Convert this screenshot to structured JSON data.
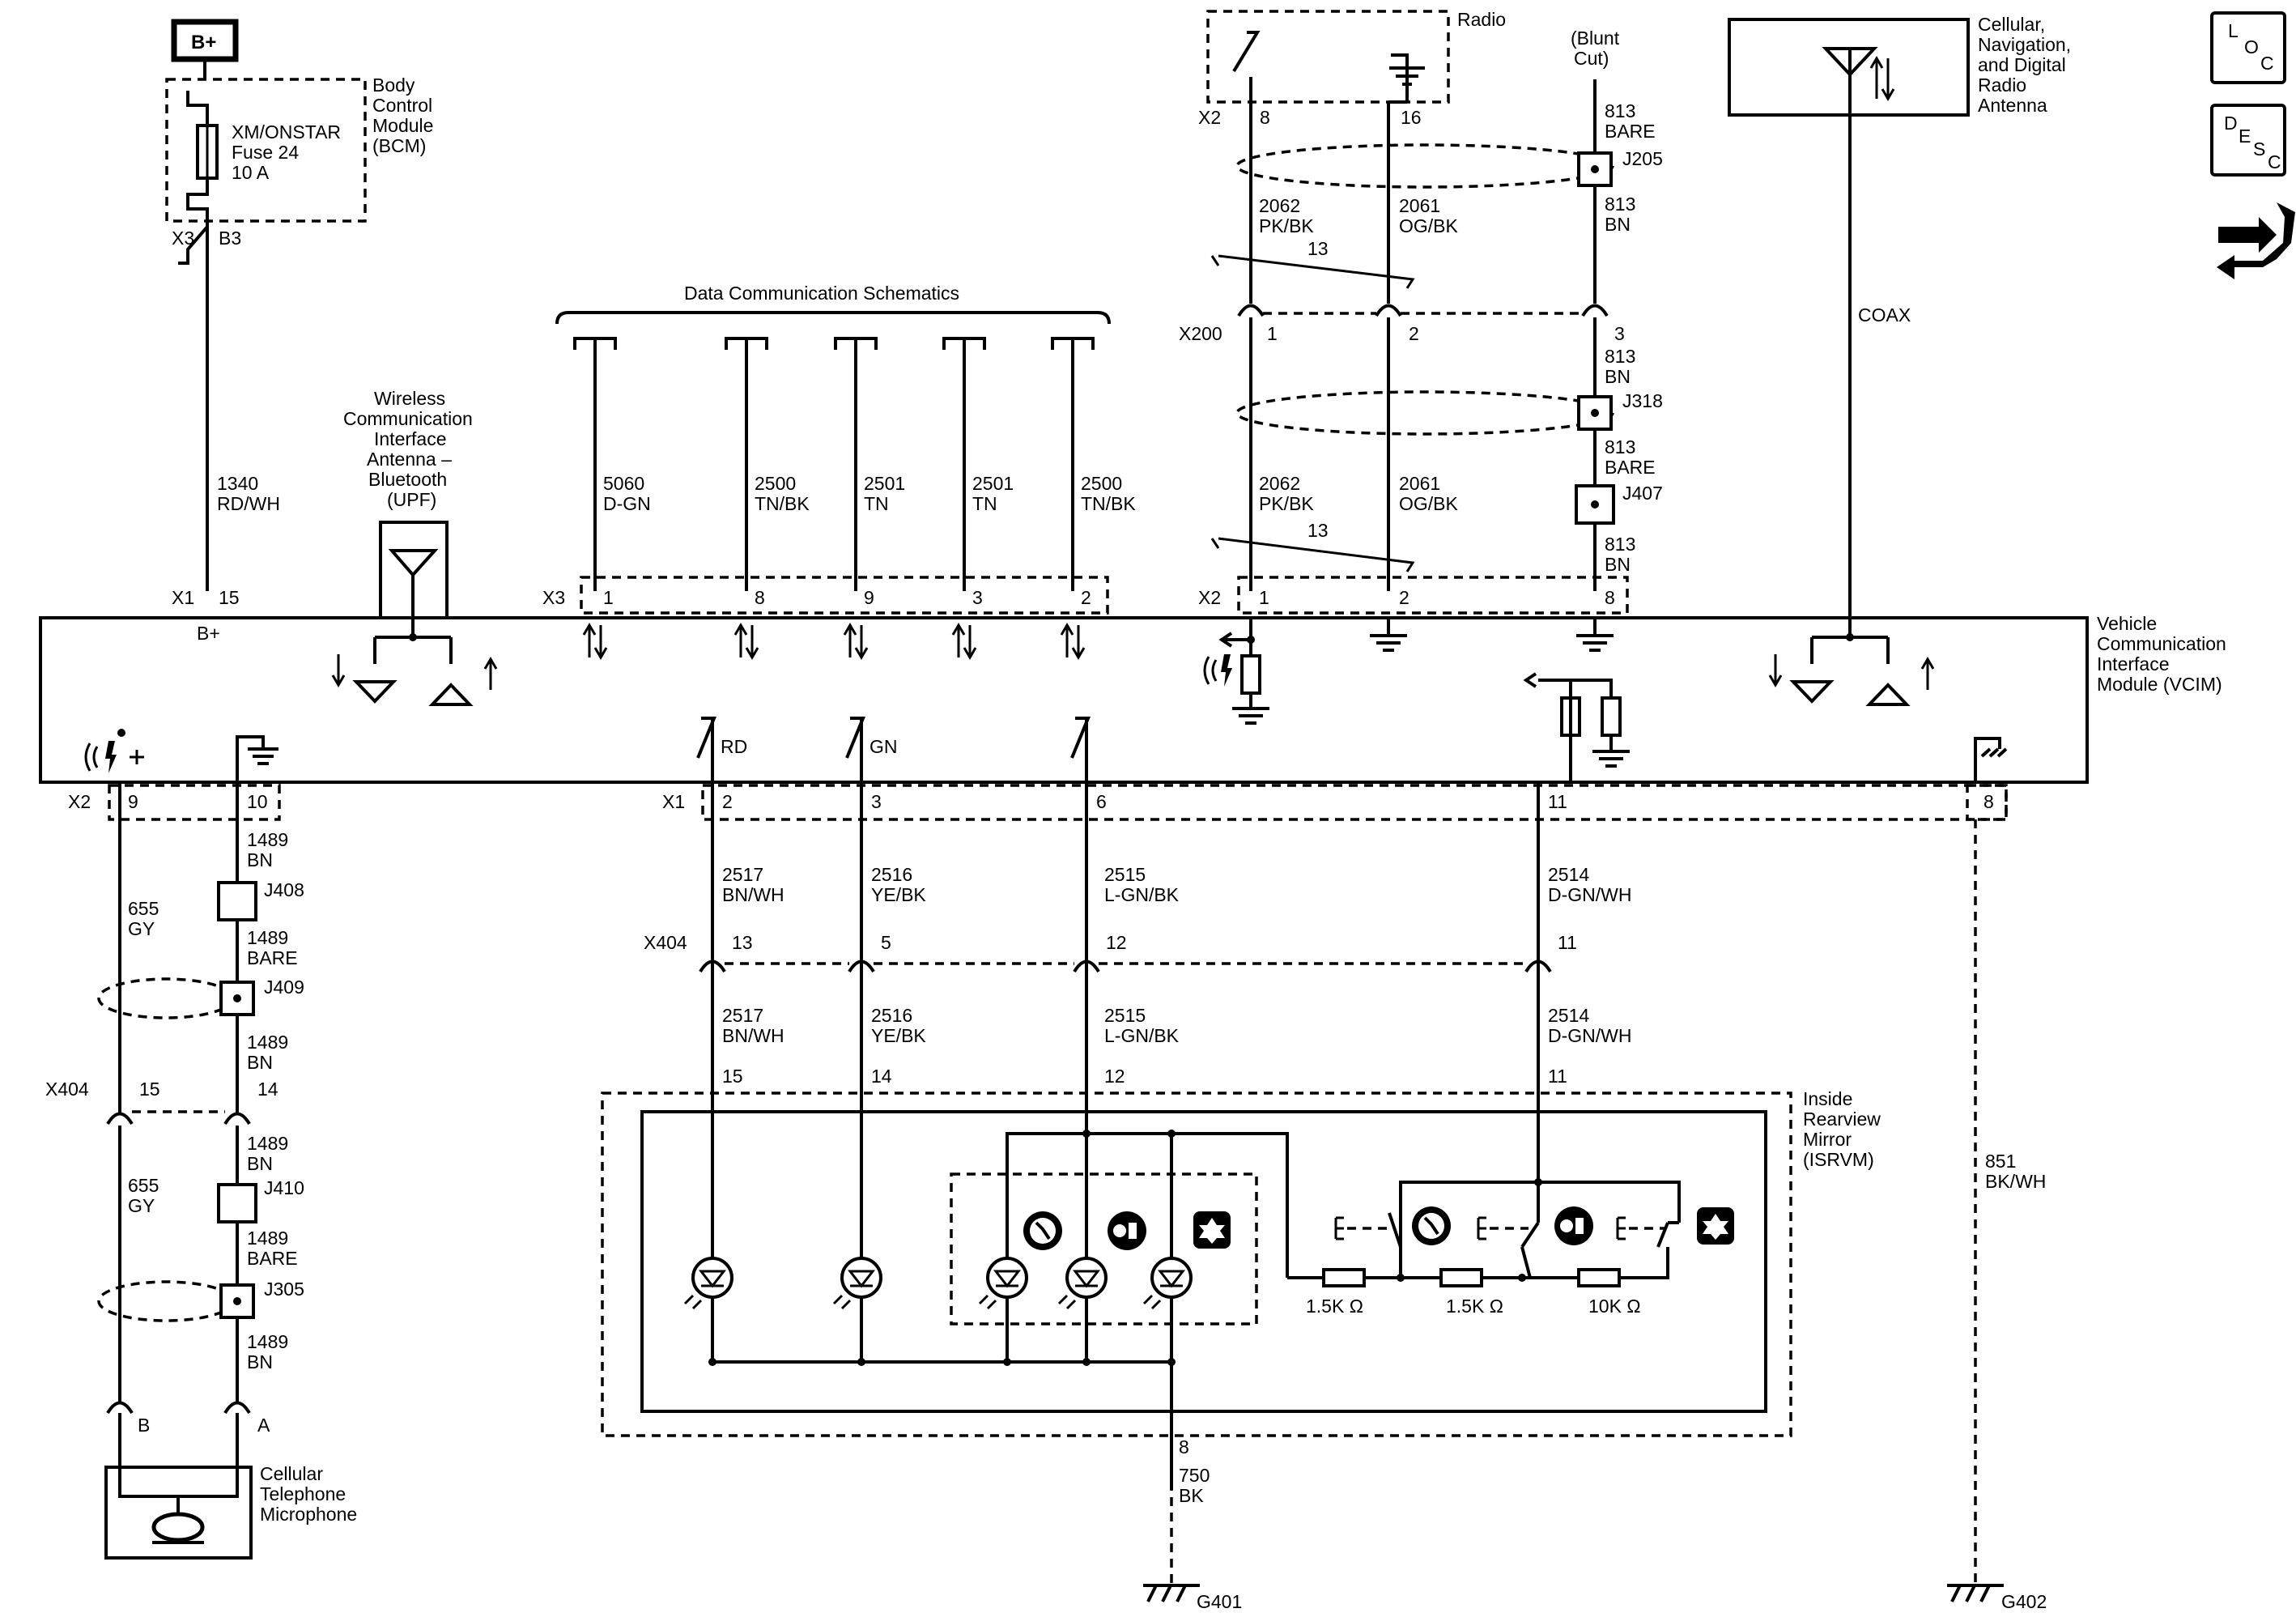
{
  "power": {
    "label": "B+"
  },
  "bcm": {
    "lines": [
      "Body",
      "Control",
      "Module",
      "(BCM)"
    ],
    "fuse_lines": [
      "XM/ONSTAR",
      "Fuse 24",
      "10 A"
    ],
    "connector": "X3",
    "pin": "B3"
  },
  "wire_1340": {
    "circuit": "1340",
    "color": "RD/WH"
  },
  "vcim_x1_b": {
    "connector": "X1",
    "pin": "15",
    "label": "B+"
  },
  "bluetooth_antenna": {
    "lines": [
      "Wireless",
      "Communication",
      "Interface",
      "Antenna –",
      "Bluetooth",
      "(UPF)"
    ]
  },
  "data_comm": {
    "title": "Data Communication Schematics"
  },
  "x3_pins": {
    "connector": "X3",
    "wires": [
      {
        "circuit": "5060",
        "color": "D-GN",
        "pin": "1"
      },
      {
        "circuit": "2500",
        "color": "TN/BK",
        "pin": "8"
      },
      {
        "circuit": "2501",
        "color": "TN",
        "pin": "9"
      },
      {
        "circuit": "2501",
        "color": "TN",
        "pin": "3"
      },
      {
        "circuit": "2500",
        "color": "TN/BK",
        "pin": "2"
      }
    ]
  },
  "radio": {
    "label": "Radio",
    "connector": "X2",
    "pin_a": "8",
    "pin_b": "16"
  },
  "blunt_cut": {
    "lines": [
      "(Blunt",
      "Cut)"
    ]
  },
  "w813_1": {
    "circuit": "813",
    "color": "BARE"
  },
  "splice_j205": "J205",
  "w813_2": {
    "circuit": "813",
    "color": "BN"
  },
  "w2062_1": {
    "circuit": "2062",
    "color": "PK/BK"
  },
  "w2061_1": {
    "circuit": "2061",
    "color": "OG/BK"
  },
  "twist_1": "13",
  "x200": {
    "connector": "X200",
    "pins": [
      "1",
      "2",
      "3"
    ]
  },
  "w813_3": {
    "circuit": "813",
    "color": "BN"
  },
  "splice_j318": "J318",
  "w813_4": {
    "circuit": "813",
    "color": "BARE"
  },
  "splice_j407": "J407",
  "w2062_2": {
    "circuit": "2062",
    "color": "PK/BK"
  },
  "w2061_2": {
    "circuit": "2061",
    "color": "OG/BK"
  },
  "twist_2": "13",
  "w813_5": {
    "circuit": "813",
    "color": "BN"
  },
  "vcim_x2_top": {
    "connector": "X2",
    "pins": [
      "1",
      "2",
      "8"
    ]
  },
  "cell_antenna": {
    "lines": [
      "Cellular,",
      "Navigation,",
      "and Digital",
      "Radio",
      "Antenna"
    ],
    "coax": "COAX"
  },
  "vcim": {
    "lines": [
      "Vehicle",
      "Communication",
      "Interface",
      "Module (VCIM)"
    ]
  },
  "icons": {
    "loc": [
      "L",
      "O",
      "C"
    ],
    "desc": [
      "D",
      "E",
      "S",
      "C"
    ],
    "connector_icon": "connector-views-icon"
  },
  "vcim_bottom": {
    "x2": "X2",
    "x2_pins": [
      "9",
      "10"
    ],
    "x1": "X1",
    "x1_pins": [
      "2",
      "3",
      "6",
      "11"
    ],
    "x_right_pin": "8",
    "switch_rd": "RD",
    "switch_gn": "GN"
  },
  "mic_side": {
    "w655_1": {
      "circuit": "655",
      "color": "GY"
    },
    "w1489_1": {
      "circuit": "1489",
      "color": "BN"
    },
    "j408": "J408",
    "w1489_2": {
      "circuit": "1489",
      "color": "BARE"
    },
    "j409": "J409",
    "w1489_3": {
      "circuit": "1489",
      "color": "BN"
    },
    "x404": "X404",
    "x404_pins": [
      "15",
      "14"
    ],
    "w1489_4": {
      "circuit": "1489",
      "color": "BN"
    },
    "w655_2": {
      "circuit": "655",
      "color": "GY"
    },
    "j410": "J410",
    "w1489_5": {
      "circuit": "1489",
      "color": "BARE"
    },
    "j305": "J305",
    "w1489_6": {
      "circuit": "1489",
      "color": "BN"
    },
    "mic_pins": [
      "B",
      "A"
    ],
    "mic_lines": [
      "Cellular",
      "Telephone",
      "Microphone"
    ]
  },
  "mirror_wires_top": [
    {
      "circuit": "2517",
      "color": "BN/WH"
    },
    {
      "circuit": "2516",
      "color": "YE/BK"
    },
    {
      "circuit": "2515",
      "color": "L-GN/BK"
    },
    {
      "circuit": "2514",
      "color": "D-GN/WH"
    }
  ],
  "x404_mid": {
    "connector": "X404",
    "pins": [
      "13",
      "5",
      "12",
      "11"
    ]
  },
  "mirror_wires_bottom": [
    {
      "circuit": "2517",
      "color": "BN/WH"
    },
    {
      "circuit": "2516",
      "color": "YE/BK"
    },
    {
      "circuit": "2515",
      "color": "L-GN/BK"
    },
    {
      "circuit": "2514",
      "color": "D-GN/WH"
    }
  ],
  "mirror_pins": [
    "15",
    "14",
    "12",
    "11"
  ],
  "isrvm": {
    "lines": [
      "Inside",
      "Rearview",
      "Mirror",
      "(ISRVM)"
    ]
  },
  "resistors": [
    "1.5K Ω",
    "1.5K Ω",
    "10K Ω"
  ],
  "ground_left": {
    "pin": "8",
    "circuit": "750",
    "color": "BK",
    "ground": "G401"
  },
  "ground_right": {
    "circuit": "851",
    "color": "BK/WH",
    "ground": "G402"
  }
}
